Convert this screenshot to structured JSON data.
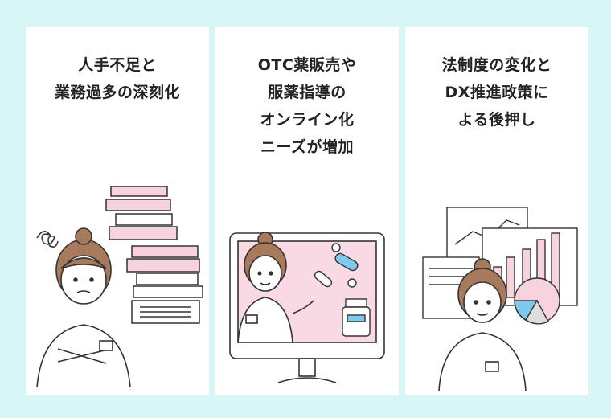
{
  "panels": [
    {
      "lines": [
        "人手不足と",
        "業務過多の深刻化"
      ]
    },
    {
      "lines": [
        "OTC薬販売や",
        "服薬指導の",
        "オンライン化",
        "ニーズが増加"
      ]
    },
    {
      "lines": [
        "法制度の変化と",
        "DX推進政策に",
        "よる後押し"
      ]
    }
  ],
  "colors": {
    "background": "#d8f6f6",
    "panel": "#ffffff",
    "accent_pink": "#f6d3df",
    "accent_blue": "#7ec9ee",
    "line": "#333333"
  }
}
